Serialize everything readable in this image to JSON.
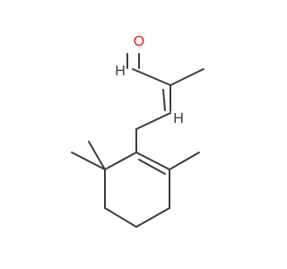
{
  "molecule": {
    "atoms": [
      {
        "element": "O",
        "label": "O",
        "color": "#e8190e"
      }
    ],
    "bond_color": "#3d3d3d",
    "hydrogen": {
      "label": "H",
      "color": "#3d3d3d"
    }
  }
}
